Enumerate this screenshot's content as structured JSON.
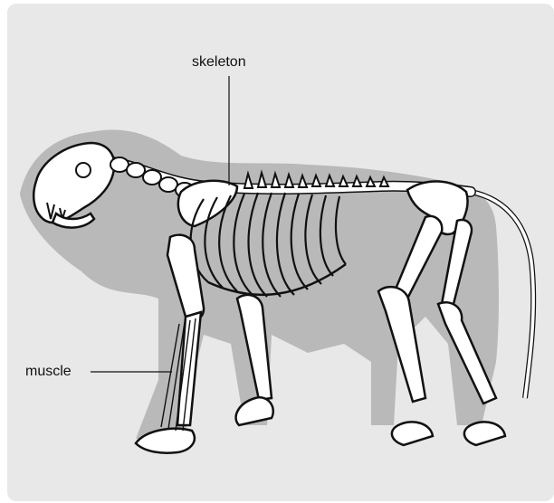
{
  "labels": {
    "skeleton": "skeleton",
    "muscle": "muscle"
  },
  "colors": {
    "background": "#e8e8e8",
    "silhouette": "#b9b9b9",
    "bone_fill": "#ffffff",
    "bone_outline": "#111111",
    "leader_line": "#111111"
  },
  "figure": {
    "subject": "lion-skeleton-with-body-silhouette",
    "facing": "left"
  }
}
